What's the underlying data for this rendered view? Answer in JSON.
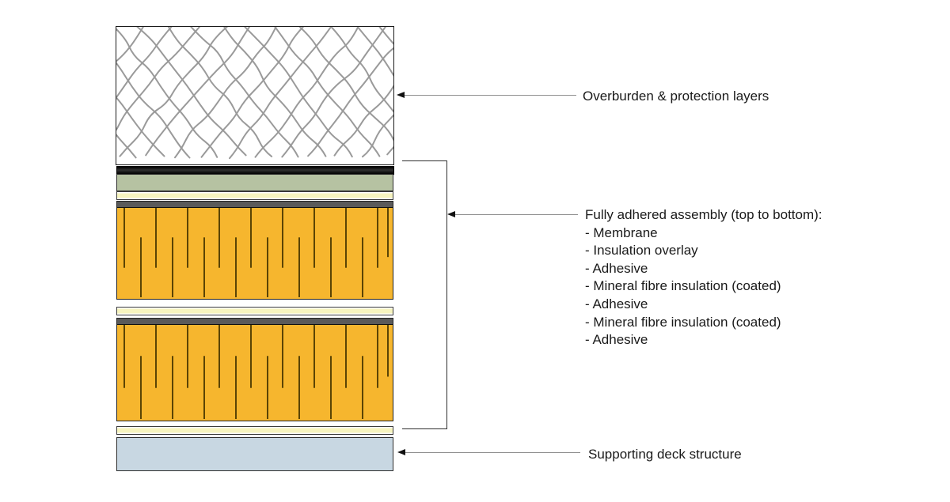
{
  "annotations": {
    "overburden": {
      "label": "Overburden & protection layers"
    },
    "assembly": {
      "title": "Fully adhered assembly (top to bottom):",
      "items": [
        "- Membrane",
        "- Insulation overlay",
        "- Adhesive",
        "- Mineral fibre insulation (coated)",
        "- Adhesive",
        "- Mineral fibre insulation (coated)",
        "- Adhesive"
      ]
    },
    "deck": {
      "label": "Supporting deck structure"
    }
  },
  "layers": [
    {
      "name": "overburden-protection",
      "fill": "#ffffff",
      "pattern": "net"
    },
    {
      "name": "membrane",
      "fill": "#141414"
    },
    {
      "name": "insulation-overlay",
      "fill": "#b6c2a2"
    },
    {
      "name": "adhesive",
      "fill": "#f7f4bf"
    },
    {
      "name": "mineral-fibre-insulation-coated",
      "fill": "#f6b62e",
      "coating": "#5a5a5a"
    },
    {
      "name": "adhesive",
      "fill": "#f7f4bf"
    },
    {
      "name": "mineral-fibre-insulation-coated",
      "fill": "#f6b62e",
      "coating": "#5a5a5a"
    },
    {
      "name": "adhesive",
      "fill": "#f7f4bf"
    },
    {
      "name": "supporting-deck",
      "fill": "#c8d7e2"
    }
  ],
  "colors": {
    "background": "#ffffff",
    "outline": "#2e2e2e",
    "mesh_line": "#9a9a9a",
    "insulation_fill": "#f6b62e",
    "insulation_line": "#4a3800",
    "arrow_line": "#8f8f8f",
    "arrowhead": "#111111",
    "text": "#1a1a1a"
  }
}
